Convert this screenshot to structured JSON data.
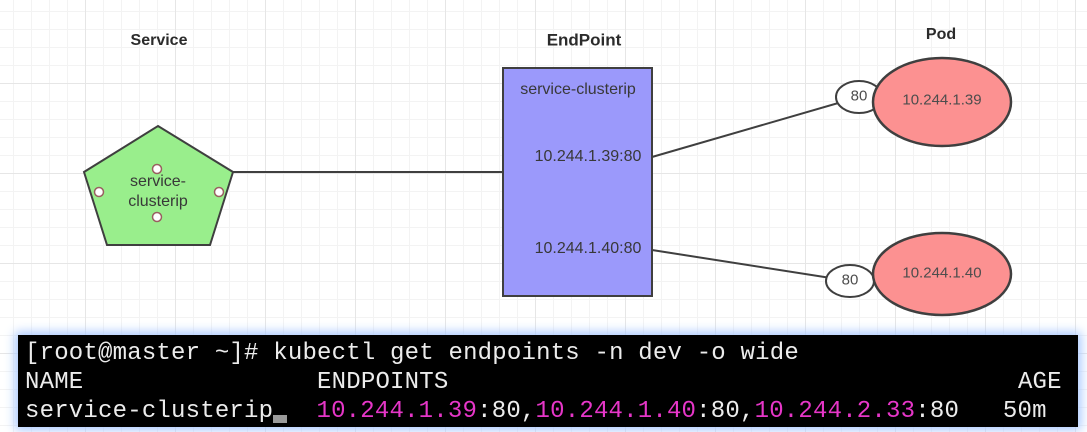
{
  "colors": {
    "grid-minor": "#f3f3f3",
    "grid-major": "#e6e6e6",
    "stroke": "#3f3f3f",
    "service-fill": "#99ee8c",
    "endpoint-fill": "#9b99fb",
    "pod-fill": "#fc9191",
    "port-fill": "#ffffff",
    "term-bg": "#000000",
    "term-fg": "#ececec",
    "term-magenta": "#e636c8",
    "term-cursor": "#9a9a9a"
  },
  "diagram": {
    "service_title": "Service",
    "endpoint_title": "EndPoint",
    "pod_title": "Pod",
    "service_node": {
      "label": "service-clusterip"
    },
    "endpoint_node": {
      "name": "service-clusterip",
      "row1": "10.244.1.39:80",
      "row2": "10.244.1.40:80"
    },
    "pods": [
      {
        "port": "80",
        "ip": "10.244.1.39"
      },
      {
        "port": "80",
        "ip": "10.244.1.40"
      }
    ]
  },
  "terminal": {
    "prompt_line": "[root@master ~]# kubectl get endpoints -n dev -o wide",
    "header_line": "NAME                ENDPOINTS                                       AGE",
    "row": {
      "name": "service-clusterip",
      "gap": "  ",
      "ip1": "10.244.1.39",
      "sep1": ":80,",
      "ip2": "10.244.1.40",
      "sep2": ":80,",
      "ip3": "10.244.2.33",
      "sep3": ":80",
      "gap2": "   ",
      "age": "50m"
    }
  }
}
